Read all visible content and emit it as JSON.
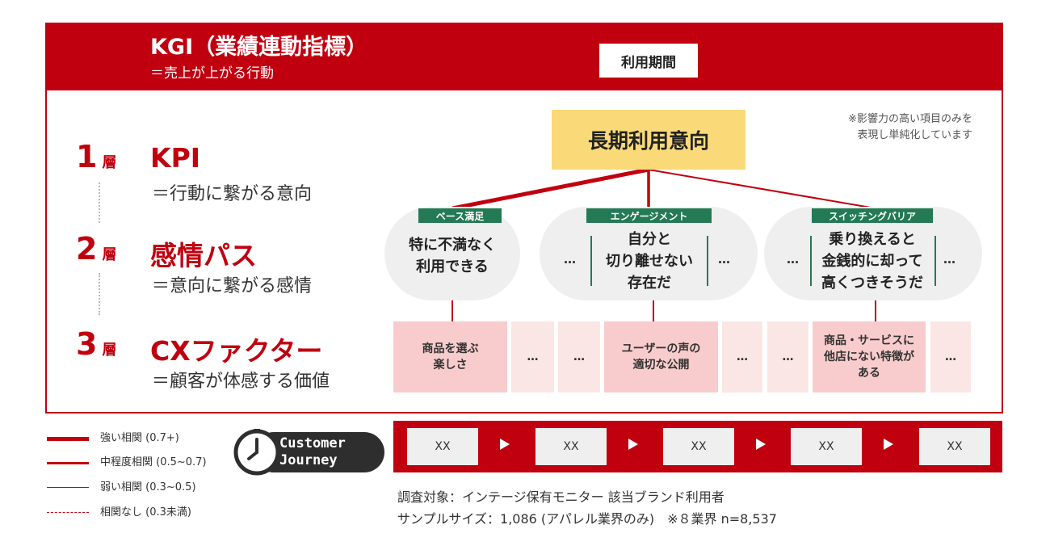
{
  "header": {
    "kgi_title": "KGI（業績連動指標）",
    "kgi_sub": "＝売上が上がる行動",
    "period_label": "利用期間"
  },
  "note": [
    "※影響力の高い項目のみを",
    "表現し単純化しています"
  ],
  "layers": [
    {
      "num": "1",
      "unit": "層",
      "name": "KPI",
      "desc": "＝行動に繋がる意向"
    },
    {
      "num": "2",
      "unit": "層",
      "name": "感情パス",
      "desc": "＝意向に繋がる感情"
    },
    {
      "num": "3",
      "unit": "層",
      "name": "CXファクター",
      "desc": "＝顧客が体感する価値"
    }
  ],
  "kpi_box": "長期利用意向",
  "emotions": [
    {
      "tag": "ベース満足",
      "lines": [
        "特に不満なく",
        "利用できる"
      ],
      "correlation": "strong"
    },
    {
      "tag": "エンゲージメント",
      "lines": [
        "自分と",
        "切り離せない",
        "存在だ"
      ],
      "correlation": "medium"
    },
    {
      "tag": "スイッチングバリア",
      "lines": [
        "乗り換えると",
        "金銭的に却って",
        "高くつきそうだ"
      ],
      "correlation": "weak"
    }
  ],
  "ellipsis": "…",
  "factors": [
    {
      "lines": [
        "商品を選ぶ",
        "楽しさ"
      ]
    },
    {
      "lines": [
        "ユーザーの声の",
        "適切な公開"
      ]
    },
    {
      "lines": [
        "商品・サービスに",
        "他店にない特徴が",
        "ある"
      ]
    }
  ],
  "legend": [
    {
      "label": "強い相関 (0.7+)",
      "style": "strong"
    },
    {
      "label": "中程度相関 (0.5~0.7)",
      "style": "medium"
    },
    {
      "label": "弱い相関 (0.3~0.5)",
      "style": "weak"
    },
    {
      "label": "相関なし (0.3未満)",
      "style": "none"
    }
  ],
  "journey": {
    "badge_line1": "Customer",
    "badge_line2": "Journey",
    "steps": [
      "XX",
      "XX",
      "XX",
      "XX",
      "XX"
    ]
  },
  "footnotes": [
    "調査対象：インテージ保有モニター 該当ブランド利用者",
    "サンプルサイズ：1,086 (アパレル業界のみ)　※８業界 n=8,537"
  ],
  "colors": {
    "brand_red": "#c0000f",
    "kpi_yellow": "#fad978",
    "tag_green": "#237a55",
    "factor_pink": "#f8cccd",
    "factor_light": "#fbe6e6"
  }
}
